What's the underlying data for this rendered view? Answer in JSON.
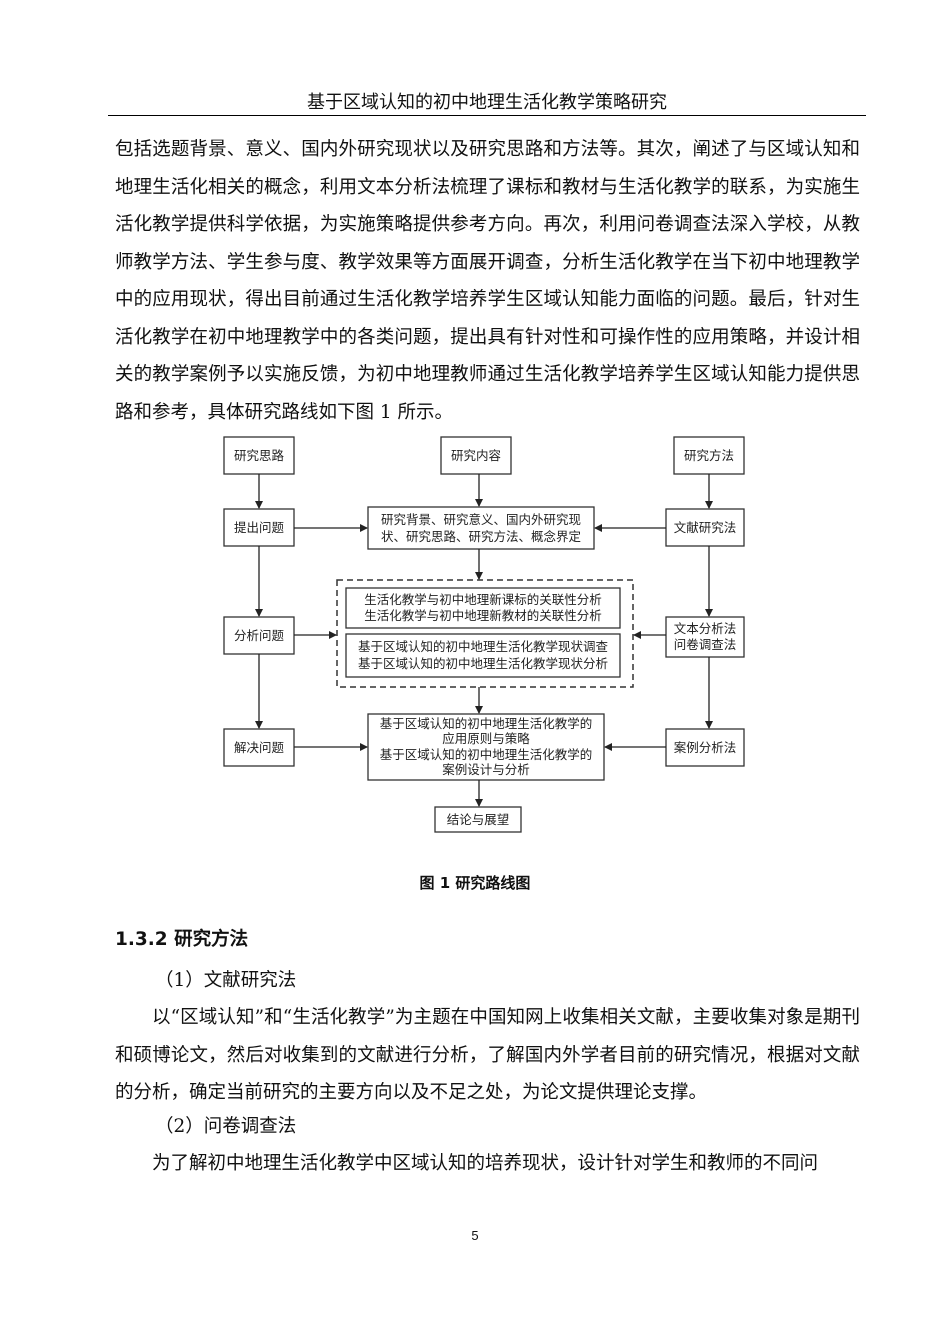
{
  "header": {
    "title": "基于区域认知的初中地理生活化教学策略研究"
  },
  "intro_paragraph": "包括选题背景、意义、国内外研究现状以及研究思路和方法等。其次，阐述了与区域认知和地理生活化相关的概念，利用文本分析法梳理了课标和教材与生活化教学的联系，为实施生活化教学提供科学依据，为实施策略提供参考方向。再次，利用问卷调查法深入学校，从教师教学方法、学生参与度、教学效果等方面展开调查，分析生活化教学在当下初中地理教学中的应用现状，得出目前通过生活化教学培养学生区域认知能力面临的问题。最后，针对生活化教学在初中地理教学中的各类问题，提出具有针对性和可操作性的应用策略，并设计相关的教学案例予以实施反馈，为初中地理教师通过生活化教学培养学生区域认知能力提供思路和参考，具体研究路线如下图 1 所示。",
  "diagram": {
    "col_heads": [
      "研究思路",
      "研究内容",
      "研究方法"
    ],
    "left_steps": [
      "提出问题",
      "分析问题",
      "解决问题"
    ],
    "right_methods": [
      "文献研究法",
      [
        "文本分析法",
        "问卷调查法"
      ],
      "案例分析法"
    ],
    "content_1": [
      "研究背景、研究意义、国内外研究现",
      "状、研究思路、研究方法、概念界定"
    ],
    "content_2a": [
      "生活化教学与初中地理新课标的关联性分析",
      "生活化教学与初中地理新教材的关联性分析"
    ],
    "content_2b": [
      "基于区域认知的初中地理生活化教学现状调查",
      "基于区域认知的初中地理生活化教学现状分析"
    ],
    "content_3": [
      "基于区域认知的初中地理生活化教学的",
      "应用原则与策略",
      "基于区域认知的初中地理生活化教学的",
      "案例设计与分析"
    ],
    "content_end": "结论与展望"
  },
  "figure_caption": "图 1  研究路线图",
  "section_heading": "1.3.2 研究方法",
  "method_1_title": "（1）文献研究法",
  "method_1_text": "以“区域认知”和“生活化教学”为主题在中国知网上收集相关文献，主要收集对象是期刊和硕博论文，然后对收集到的文献进行分析，了解国内外学者目前的研究情况，根据对文献的分析，确定当前研究的主要方向以及不足之处，为论文提供理论支撑。",
  "method_2_title": "（2）问卷调查法",
  "method_2_text": "为了解初中地理生活化教学中区域认知的培养现状，设计针对学生和教师的不同问",
  "page_number": "5"
}
